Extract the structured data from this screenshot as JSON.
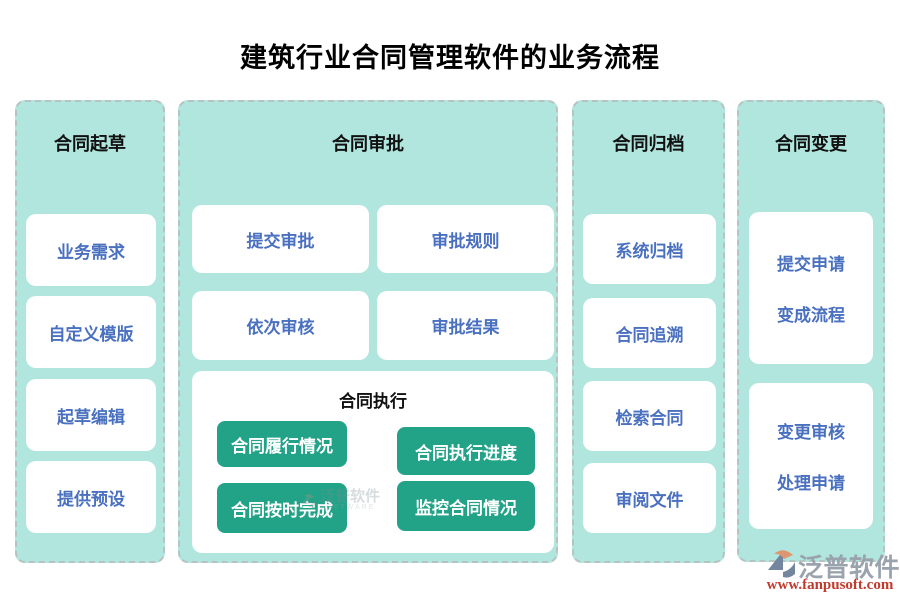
{
  "title": "建筑行业合同管理软件的业务流程",
  "columns": [
    {
      "header": "合同起草",
      "items": [
        "业务需求",
        "自定义模版",
        "起草编辑",
        "提供预设"
      ]
    },
    {
      "header": "合同审批",
      "items": [
        "提交审批",
        "审批规则",
        "依次审核",
        "审批结果"
      ],
      "execution": {
        "title": "合同执行",
        "buttons": [
          "合同履行情况",
          "合同执行进度",
          "合同按时完成",
          "监控合同情况"
        ]
      }
    },
    {
      "header": "合同归档",
      "items": [
        "系统归档",
        "合同追溯",
        "检索合同",
        "审阅文件"
      ]
    },
    {
      "header": "合同变更",
      "boxes": [
        [
          "提交申请",
          "变成流程"
        ],
        [
          "变更审核",
          "处理申请"
        ]
      ]
    }
  ],
  "watermark": {
    "text": "泛普软件",
    "subtext": "SOFTWARE"
  },
  "logo": {
    "name": "泛普软件",
    "url": "www.fanpusoft.com"
  },
  "colors": {
    "panel_mint": "#b0e6dd",
    "accent_green": "#22a287",
    "text_blue": "#4a70c0",
    "url_red": "#c23a2c",
    "logo_gray": "#9aa3ad"
  }
}
